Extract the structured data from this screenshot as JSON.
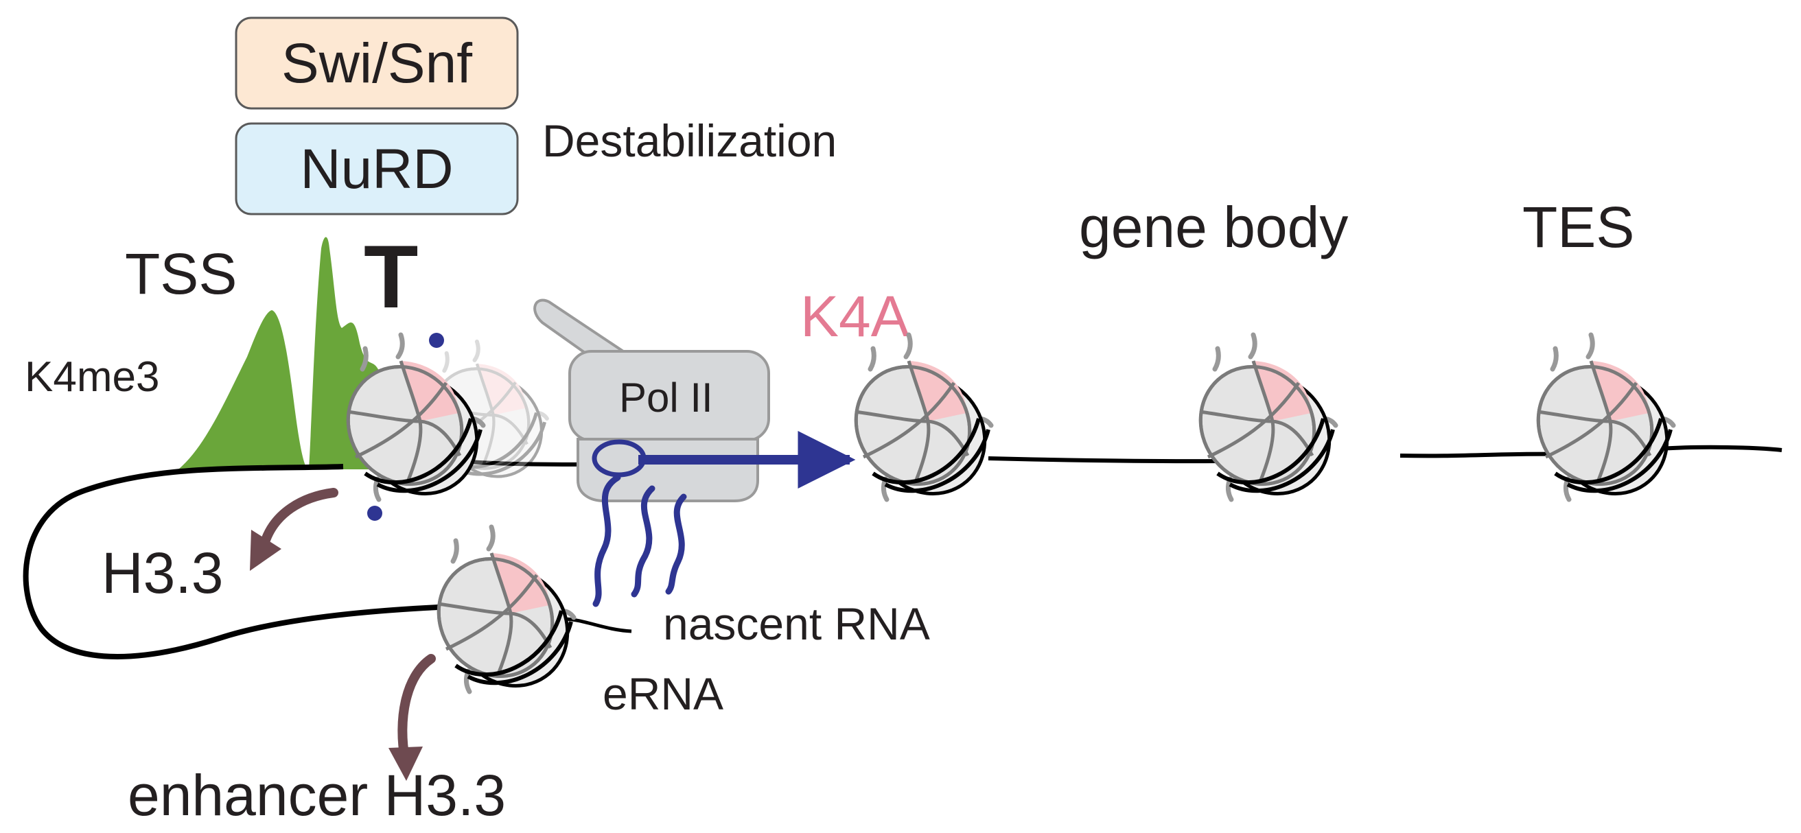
{
  "complexes": {
    "swisnf": "Swi/Snf",
    "nurd": "NuRD",
    "destabilization": "Destabilization"
  },
  "labels": {
    "tss": "TSS",
    "block_symbol": "T",
    "k4me3": "K4me3",
    "pol_ii": "Pol II",
    "k4a": "K4A",
    "gene_body": "gene body",
    "tes": "TES",
    "h33": "H3.3",
    "nascent_rna": "nascent RNA",
    "erna": "eRNA",
    "enhancer_h33": "enhancer H3.3"
  },
  "colors": {
    "swisnf_fill": "#fde8d3",
    "nurd_fill": "#dcf0fa",
    "box_stroke": "#5a5a5a",
    "k4me3_peak": "#6aa63a",
    "k4a_text": "#e47a92",
    "rna_blue": "#2e3592",
    "arrow_brown": "#6e4a50",
    "nucleosome_gray": "#e7e7e7",
    "nucleosome_pink": "#f7c4c8",
    "polii_gray": "#d6d8da",
    "dna": "#000000"
  }
}
